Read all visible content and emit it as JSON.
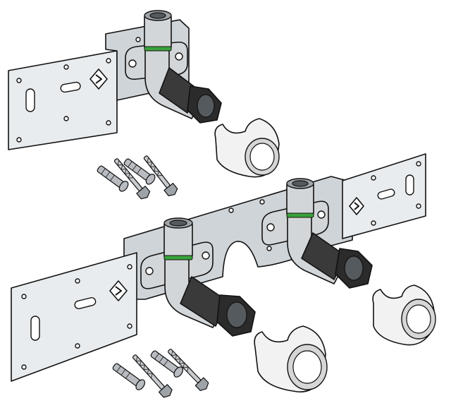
{
  "image": {
    "subject": "",
    "colors": {
      "plate": "#e9ecee",
      "plate_shade": "#cfd4d8",
      "outline": "#111111",
      "steel": "#d3d6d9",
      "steel_dark": "#9ea3a8",
      "green_ring": "#3aa23a",
      "black_pipe": "#3a3a3a",
      "black_nut": "#2b2b2b",
      "sleeve": "#f2f2f2",
      "sleeve_shade": "#d6d6d6",
      "screw": "#c9cccf",
      "dowel": "#b8bcc0"
    },
    "components": {
      "small_bracket": {
        "fittings": 1,
        "mounting_plates": 2
      },
      "large_bracket": {
        "fittings": 2,
        "mounting_plates": 2
      },
      "insulation_sleeves": 3,
      "fastener_sets": 2,
      "screws_per_set": 2,
      "dowels_per_set": 2
    }
  }
}
